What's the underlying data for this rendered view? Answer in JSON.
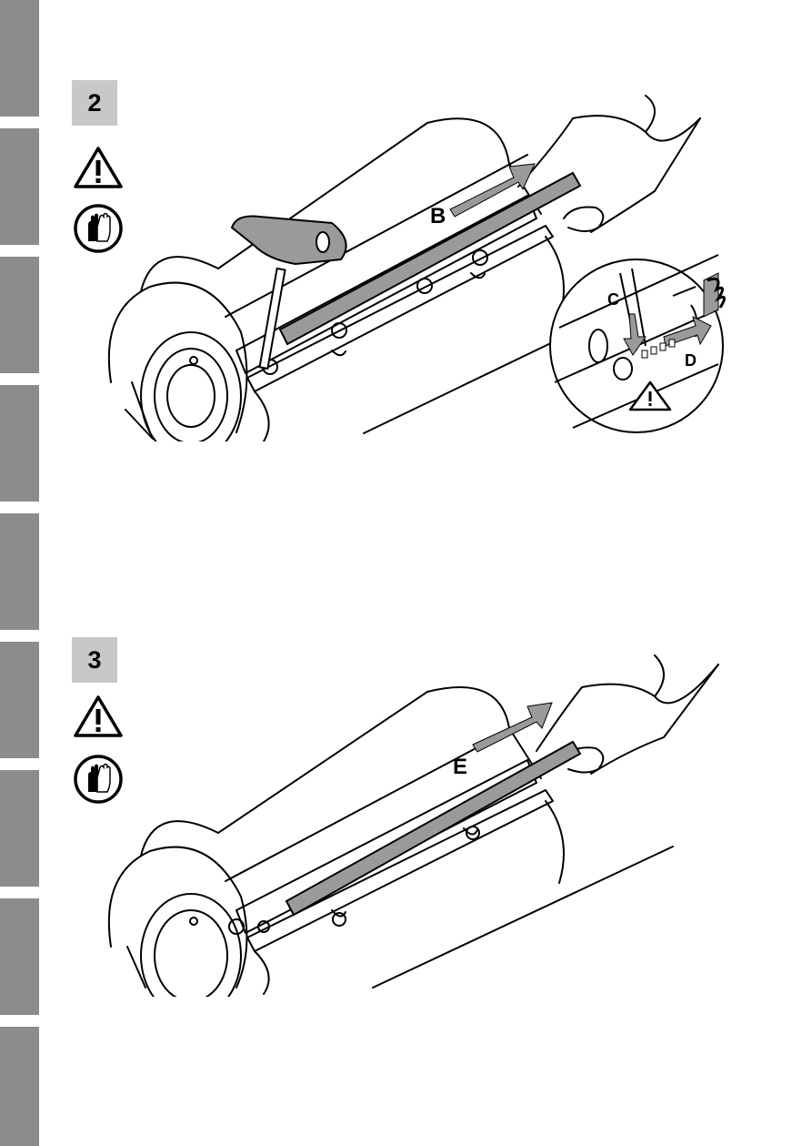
{
  "side_tabs": {
    "count": 9
  },
  "step2": {
    "number": "2",
    "icons": [
      "warning-icon",
      "gloves-icon"
    ],
    "callouts": {
      "b": "B",
      "c": "C",
      "d": "D"
    }
  },
  "step3": {
    "number": "3",
    "icons": [
      "warning-icon",
      "gloves-icon"
    ],
    "callouts": {
      "e": "E"
    }
  },
  "colors": {
    "tab_gray": "#8c8c8c",
    "badge_gray": "#c8c8c8",
    "blade_gray": "#9a9a9a",
    "line": "#000000"
  }
}
